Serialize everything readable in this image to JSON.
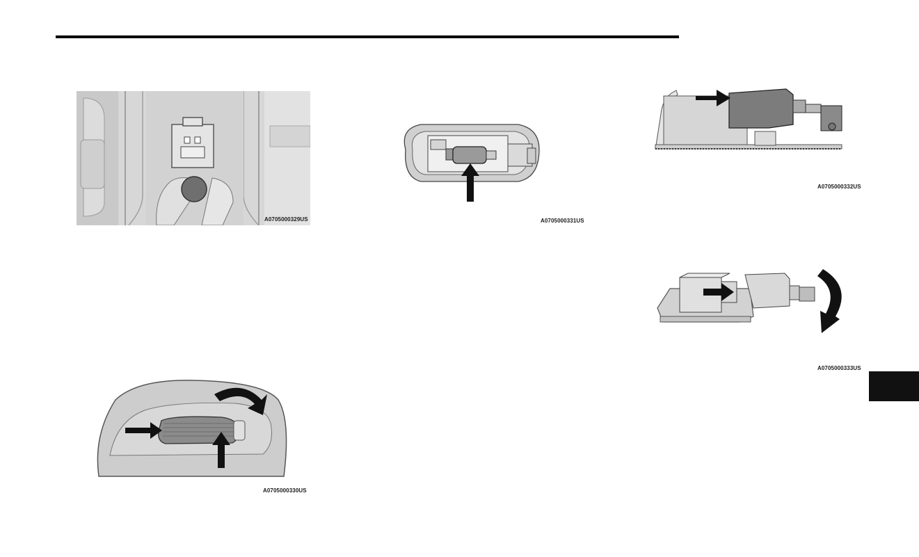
{
  "figures": [
    {
      "code": "A0705000329US"
    },
    {
      "code": "A0705000330US"
    },
    {
      "code": "A0705000331US"
    },
    {
      "code": "A0705000332US"
    },
    {
      "code": "A0705000333US"
    }
  ],
  "colors": {
    "rule": "#000000",
    "side_tab": "#111111",
    "illustration_gray": "#c8c8c8"
  }
}
